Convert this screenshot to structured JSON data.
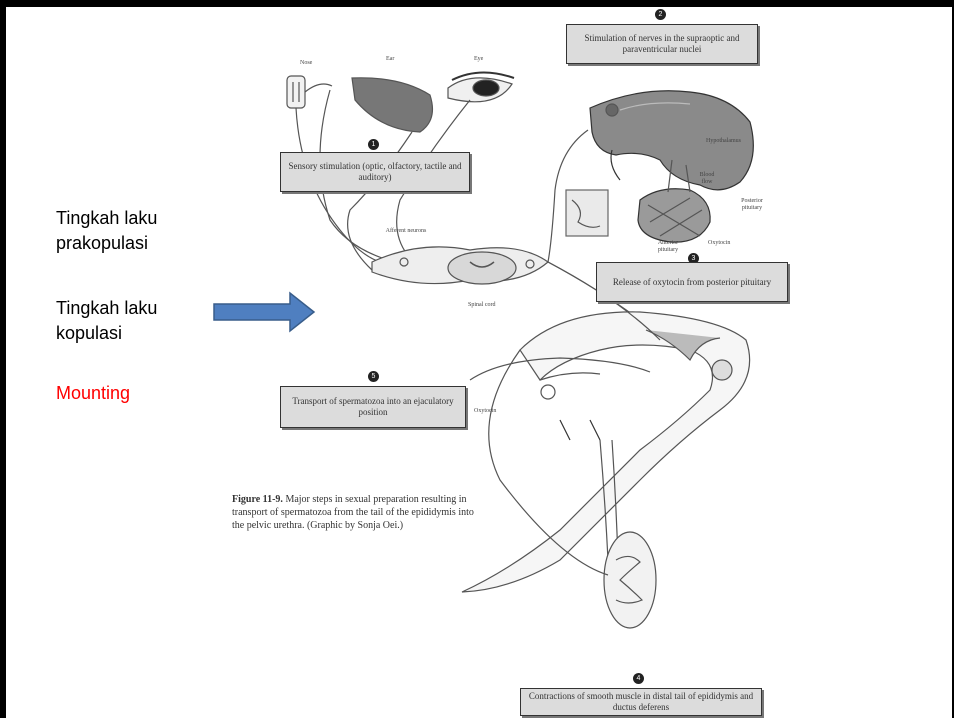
{
  "slide": {
    "left_text": {
      "line1": "Tingkah laku",
      "line2": "prakopulasi",
      "line3": "Tingkah laku",
      "line4": "kopulasi",
      "line5": "Mounting"
    },
    "colors": {
      "mounting": "#ff0000",
      "arrow_fill": "#4f7fc0",
      "arrow_stroke": "#385d8a"
    }
  },
  "figure": {
    "steps": [
      {
        "num": "1",
        "text": "Sensory stimulation (optic, olfactory, tactile and auditory)"
      },
      {
        "num": "2",
        "text": "Stimulation of nerves in the supraoptic and paraventricular nuclei"
      },
      {
        "num": "3",
        "text": "Release of oxytocin from posterior pituitary"
      },
      {
        "num": "4",
        "text": "Contractions of smooth muscle in distal tail of epididymis and ductus deferens"
      },
      {
        "num": "5",
        "text": "Transport of spermatozoa into an ejaculatory position"
      }
    ],
    "sense_labels": {
      "nose": "Nose",
      "ear": "Ear",
      "eye": "Eye"
    },
    "anatomy_labels": {
      "hypothalamus": "Hypothalamus",
      "afferent": "Afferent neurons",
      "spinal": "Spinal cord",
      "blood": "Blood flow",
      "posterior": "Posterior pituitary",
      "anterior": "Anterior pituitary",
      "oxytocin": "Oxytocin"
    },
    "caption": {
      "bold": "Figure 11-9.",
      "text": " Major steps in sexual preparation resulting in transport of spermatozoa from the tail of the epididymis into the pelvic urethra. (Graphic by Sonja Oei.)"
    }
  }
}
